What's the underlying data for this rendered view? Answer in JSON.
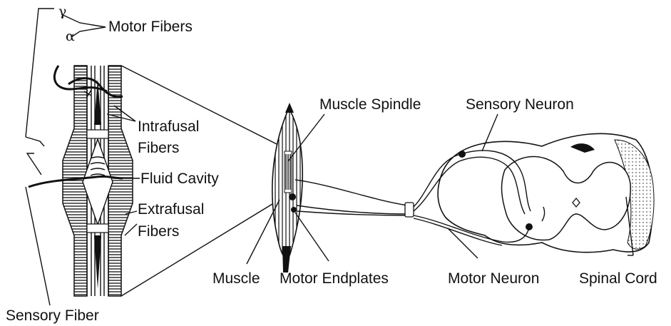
{
  "labels": {
    "gamma": "γ",
    "alpha": "α",
    "motor_fibers": "Motor Fibers",
    "intrafusal_1": "Intrafusal",
    "intrafusal_2": "Fibers",
    "fluid_cavity": "Fluid Cavity",
    "extrafusal_1": "Extrafusal",
    "extrafusal_2": "Fibers",
    "sensory_fiber": "Sensory Fiber",
    "muscle_spindle": "Muscle Spindle",
    "muscle": "Muscle",
    "motor_endplates": "Motor Endplates",
    "sensory_neuron": "Sensory Neuron",
    "motor_neuron": "Motor Neuron",
    "spinal_cord": "Spinal Cord"
  }
}
